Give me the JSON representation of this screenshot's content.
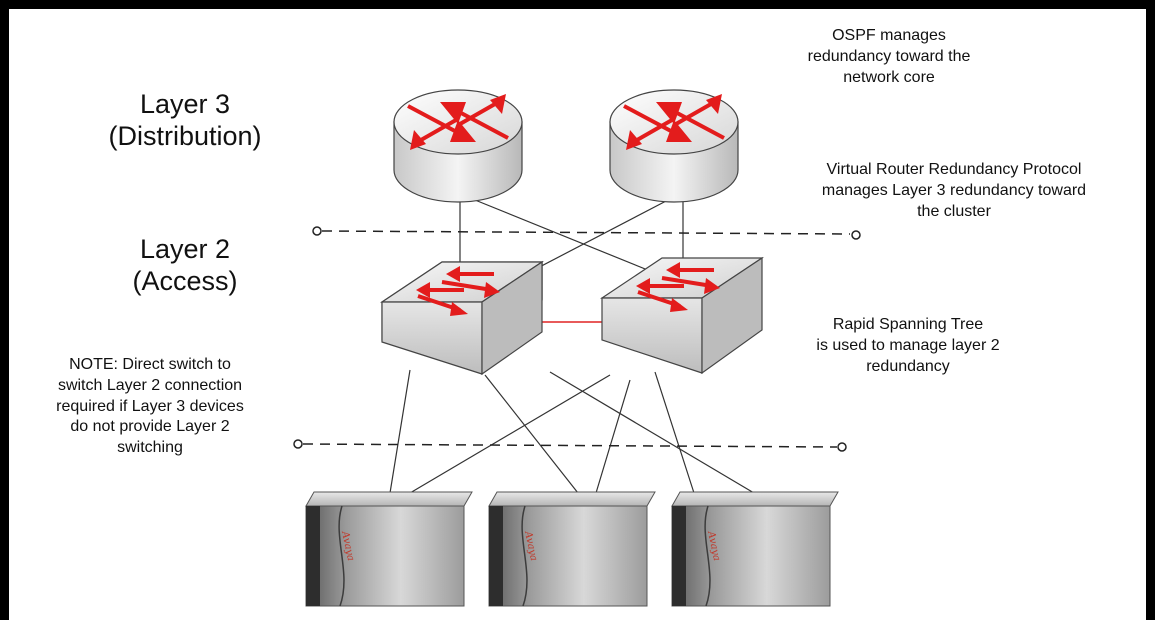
{
  "layers": {
    "layer3_title": "Layer 3",
    "layer3_subtitle": "(Distribution)",
    "layer2_title": "Layer 2",
    "layer2_subtitle": "(Access)"
  },
  "annotations": {
    "ospf": [
      "OSPF manages",
      "redundancy toward the",
      "network core"
    ],
    "vrrp": [
      "Virtual Router Redundancy Protocol",
      "manages Layer 3 redundancy toward",
      "the cluster"
    ],
    "rstp": [
      "Rapid Spanning Tree",
      "is used to manage layer 2",
      "redundancy"
    ],
    "note": [
      "NOTE: Direct switch to",
      "switch Layer 2 connection",
      "required if Layer 3 devices",
      "do not provide Layer 2",
      "switching"
    ]
  },
  "server_logo_text": "Avaya",
  "colors": {
    "arrow_red": "#e31c1c",
    "switch_link": "#e85a5a",
    "line": "#333333"
  },
  "icons": {
    "router": "router-icon",
    "switch": "switch-icon",
    "server": "server-icon"
  }
}
